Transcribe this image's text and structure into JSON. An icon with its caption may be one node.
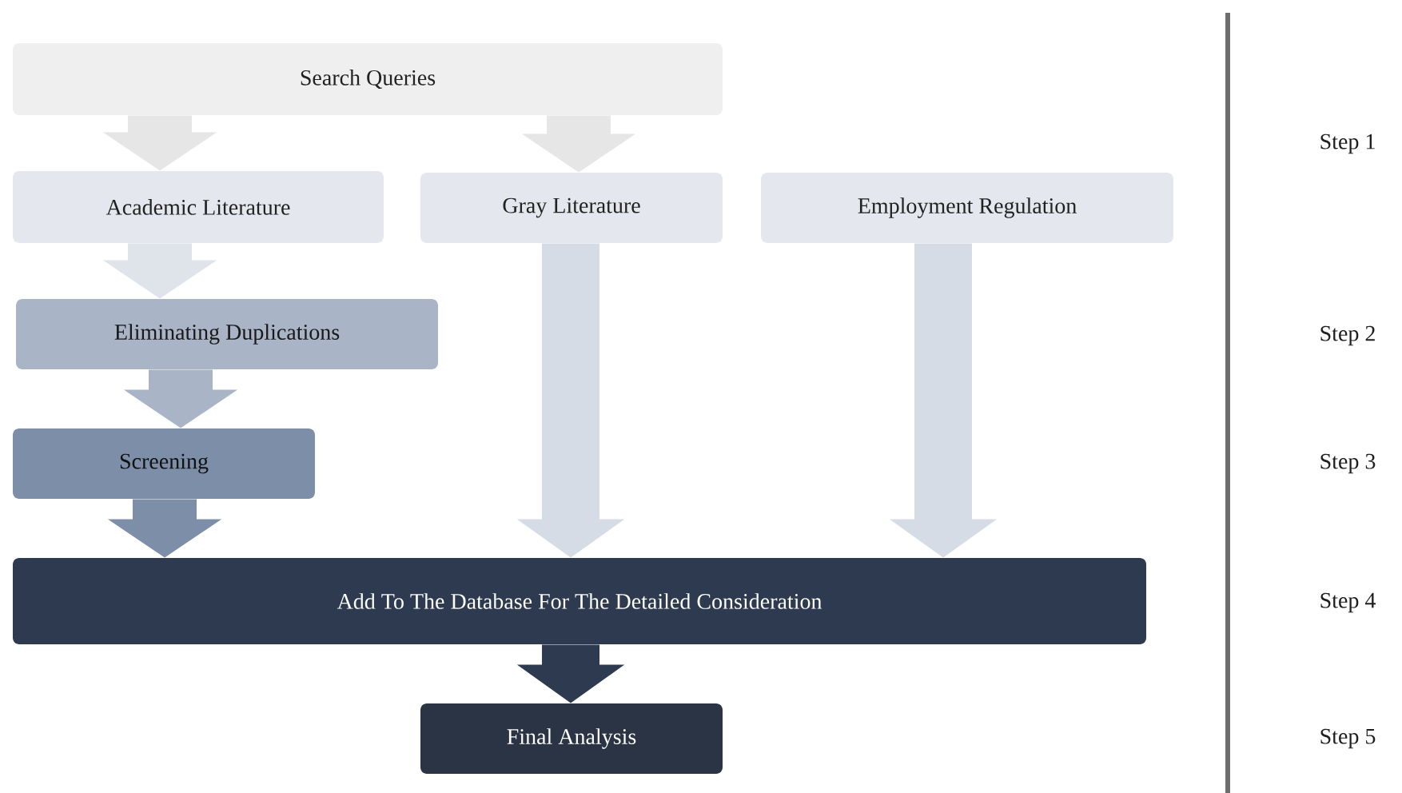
{
  "diagram": {
    "nodes": [
      {
        "text": [
          "Search Queries"
        ]
      },
      {
        "text": [
          "Academic Literature"
        ]
      },
      {
        "text": [
          "Gray Literature"
        ]
      },
      {
        "text": [
          "Employment Regulation"
        ]
      },
      {
        "text": [
          "Eliminating Duplications"
        ]
      },
      {
        "text": [
          "Screening"
        ]
      },
      {
        "text": [
          "Add To The Database For The Detailed Consideration"
        ]
      },
      {
        "text": [
          "Final Analysis"
        ]
      }
    ],
    "edges": [
      {
        "from": 0,
        "to": 1,
        "arrow": "to",
        "color": "#e6e6e6"
      },
      {
        "from": 0,
        "to": 2,
        "arrow": "to",
        "color": "#e6e6e6"
      },
      {
        "from": 1,
        "to": 4,
        "arrow": "to",
        "color": "#dfe3ea"
      },
      {
        "from": 4,
        "to": 5,
        "arrow": "to",
        "color": "#a9b4c6"
      },
      {
        "from": 5,
        "to": 6,
        "arrow": "to",
        "color": "#7d8ea8"
      },
      {
        "from": 2,
        "to": 6,
        "arrow": "to",
        "color": "#d5dce6"
      },
      {
        "from": 3,
        "to": 6,
        "arrow": "to",
        "color": "#d5dce6"
      },
      {
        "from": 6,
        "to": 7,
        "arrow": "to",
        "color": "#2e3a4f"
      }
    ],
    "labels": [
      "Step 1",
      "Step 2",
      "Step 3",
      "Step 4",
      "Step 5"
    ]
  }
}
